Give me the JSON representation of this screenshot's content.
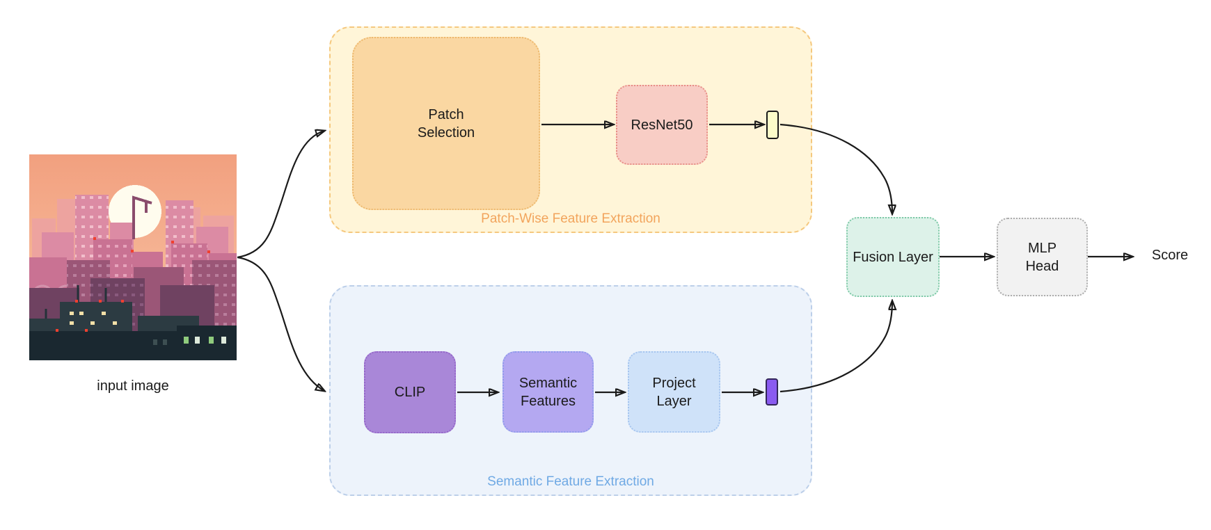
{
  "input": {
    "caption": "input image",
    "description": "pixel-art city skyline at sunset with white sun, pink buildings and dark foreground"
  },
  "branches": {
    "patch": {
      "caption": "Patch-Wise Feature Extraction",
      "caption_color": "#F2A45C",
      "container_fill": "#FFF5D8",
      "container_border": "#F5C87E",
      "nodes": {
        "patch_selection": {
          "label": "Patch\nSelection",
          "fill": "#FAD7A2"
        },
        "resnet50": {
          "label": "ResNet50",
          "fill": "#F8CDC5"
        }
      },
      "token_fill": "#FCFCC9"
    },
    "semantic": {
      "caption": "Semantic Feature Extraction",
      "caption_color": "#6FA9E4",
      "container_fill": "#EDF3FB",
      "container_border": "#BCCFE9",
      "nodes": {
        "clip": {
          "label": "CLIP",
          "fill": "#A987D8"
        },
        "semantic_features": {
          "label": "Semantic\nFeatures",
          "fill": "#B4A8F1"
        },
        "project_layer": {
          "label": "Project\nLayer",
          "fill": "#CFE2F9"
        }
      },
      "token_fill": "#8A5BF0"
    }
  },
  "head": {
    "fusion_layer": {
      "label": "Fusion Layer",
      "fill": "#DDF2E9"
    },
    "mlp_head": {
      "label": "MLP\nHead",
      "fill": "#F2F2F2"
    },
    "score_label": "Score"
  },
  "edges": [
    {
      "from": "input_image",
      "to": "patch_branch"
    },
    {
      "from": "input_image",
      "to": "semantic_branch"
    },
    {
      "from": "patch_selection",
      "to": "resnet50"
    },
    {
      "from": "resnet50",
      "to": "patch_feature_token"
    },
    {
      "from": "patch_feature_token",
      "to": "fusion_layer"
    },
    {
      "from": "clip",
      "to": "semantic_features"
    },
    {
      "from": "semantic_features",
      "to": "project_layer"
    },
    {
      "from": "project_layer",
      "to": "semantic_feature_token"
    },
    {
      "from": "semantic_feature_token",
      "to": "fusion_layer"
    },
    {
      "from": "fusion_layer",
      "to": "mlp_head"
    },
    {
      "from": "mlp_head",
      "to": "score"
    }
  ],
  "arrow_color": "#1A1A1A"
}
